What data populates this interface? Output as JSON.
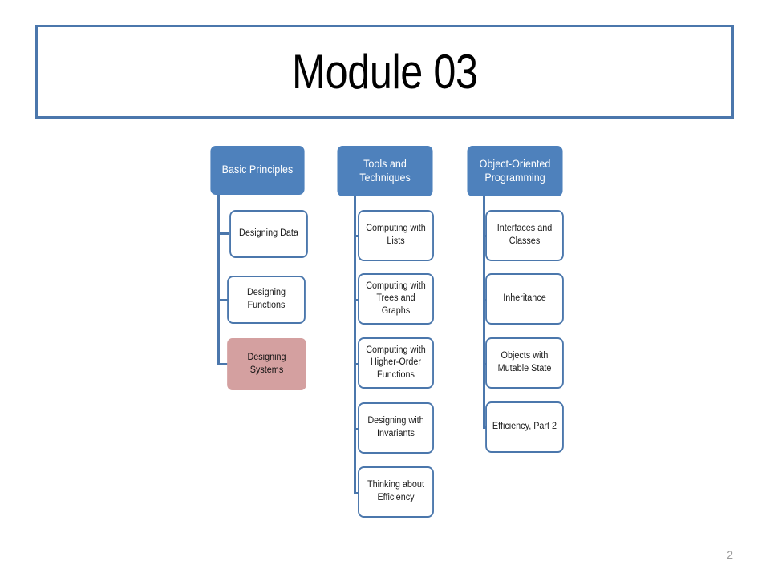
{
  "slide": {
    "title": "Module 03",
    "page_number": "2",
    "colors": {
      "header_fill": "#4E81BC",
      "border_blue": "#4B77AC",
      "highlight_fill": "#D4A0A0",
      "header_text": "#FFFFFF",
      "node_text": "#1A1A1A",
      "page_number_text": "#9A9A9A",
      "background": "#FFFFFF"
    }
  },
  "diagram": {
    "type": "org-chart",
    "columns": [
      {
        "header": "Basic Principles",
        "items": [
          {
            "label": "Designing Data",
            "highlighted": false
          },
          {
            "label": "Designing Functions",
            "highlighted": false
          },
          {
            "label": "Designing Systems",
            "highlighted": true
          }
        ]
      },
      {
        "header": "Tools and Techniques",
        "items": [
          {
            "label": "Computing with Lists",
            "highlighted": false
          },
          {
            "label": "Computing with Trees and Graphs",
            "highlighted": false
          },
          {
            "label": "Computing with Higher-Order Functions",
            "highlighted": false
          },
          {
            "label": "Designing with Invariants",
            "highlighted": false
          },
          {
            "label": "Thinking about Efficiency",
            "highlighted": false
          }
        ]
      },
      {
        "header": "Object-Oriented Programming",
        "items": [
          {
            "label": "Interfaces and Classes",
            "highlighted": false
          },
          {
            "label": "Inheritance",
            "highlighted": false
          },
          {
            "label": "Objects with Mutable State",
            "highlighted": false
          },
          {
            "label": "Efficiency, Part 2",
            "highlighted": false
          }
        ]
      }
    ]
  }
}
